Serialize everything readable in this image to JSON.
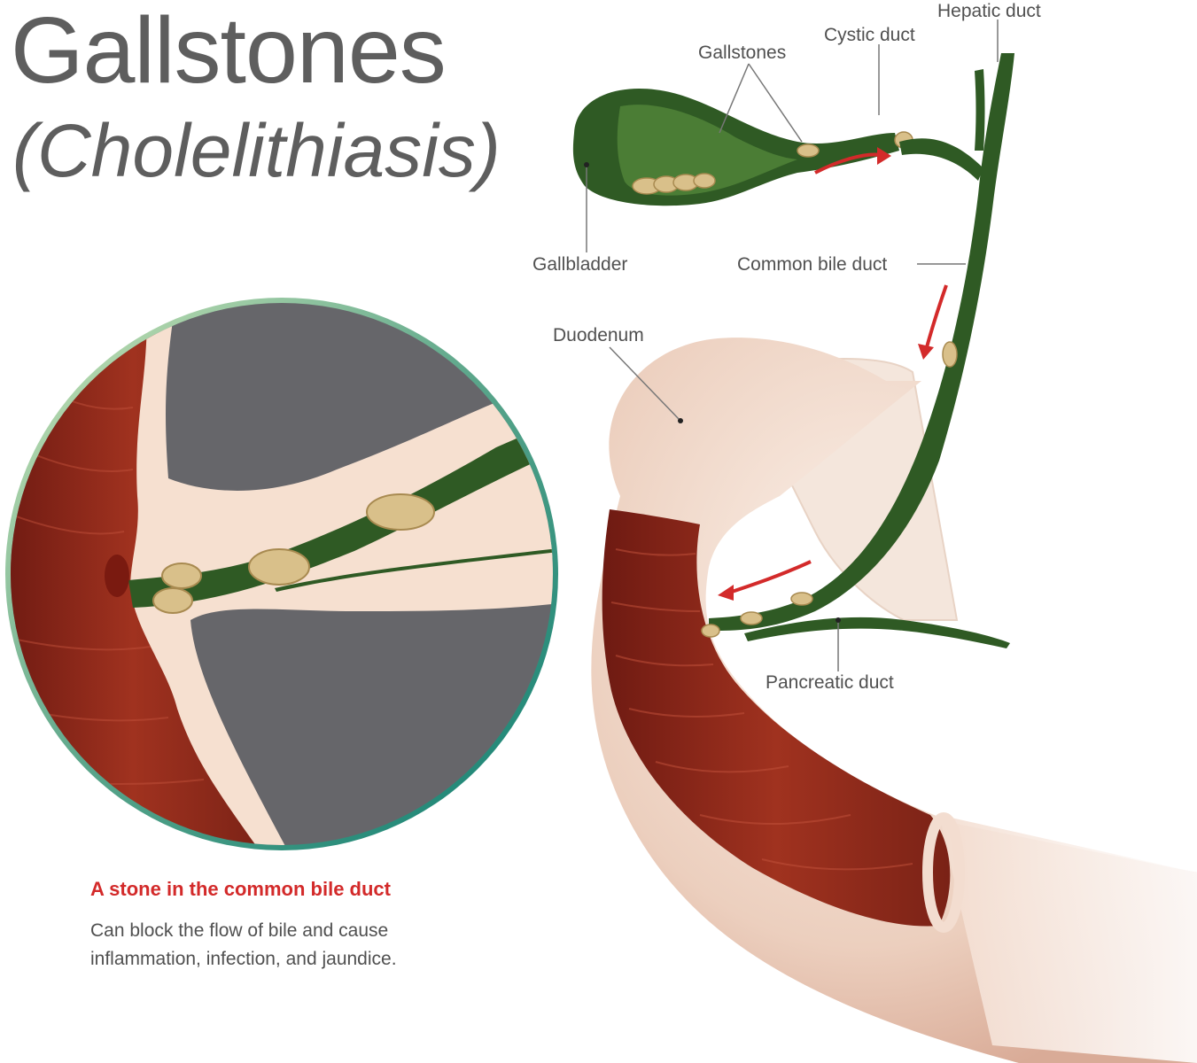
{
  "title": "Gallstones",
  "subtitle": "(Cholelithiasis)",
  "labels": {
    "hepatic_duct": "Hepatic duct",
    "cystic_duct": "Cystic duct",
    "gallstones": "Gallstones",
    "gallbladder": "Gallbladder",
    "common_bile_duct": "Common bile duct",
    "duodenum": "Duodenum",
    "pancreatic_duct": "Pancreatic duct"
  },
  "caption": {
    "title": "A stone in the common bile duct",
    "line1": "Can block the flow of bile and cause",
    "line2": "inflammation, infection, and jaundice."
  },
  "colors": {
    "title_gray": "#5e5e5e",
    "bile_green": "#2f5a24",
    "intestine_red": "#8f2a1e",
    "tissue_pink": "#f6e0d0",
    "arrow_red": "#d32a2a",
    "stone_yellow": "#d9c08a",
    "zoom_bg_gray": "#66666a"
  }
}
